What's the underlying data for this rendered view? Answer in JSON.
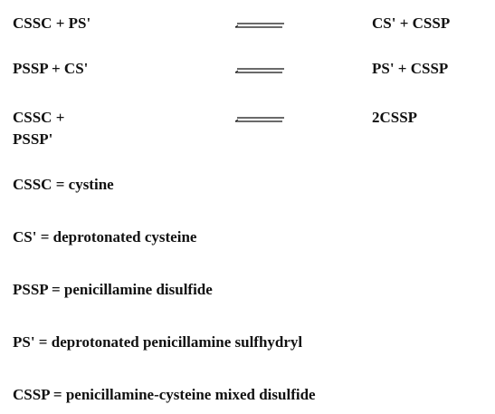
{
  "reactions": [
    {
      "left": "CSSC + PS'",
      "right": "CS' + CSSP"
    },
    {
      "left": "PSSP + CS'",
      "right": "PS' + CSSP"
    },
    {
      "left_line1": "CSSC +",
      "left_line2": "PSSP'",
      "right": "2CSSP"
    }
  ],
  "definitions": [
    "CSSC = cystine",
    "CS' = deprotonated cysteine",
    "PSSP = penicillamine disulfide",
    "PS' = deprotonated penicillamine sulfhydryl",
    "CSSP = penicillamine-cysteine mixed disulfide"
  ],
  "colors": {
    "text": "#111111",
    "background": "#ffffff"
  }
}
